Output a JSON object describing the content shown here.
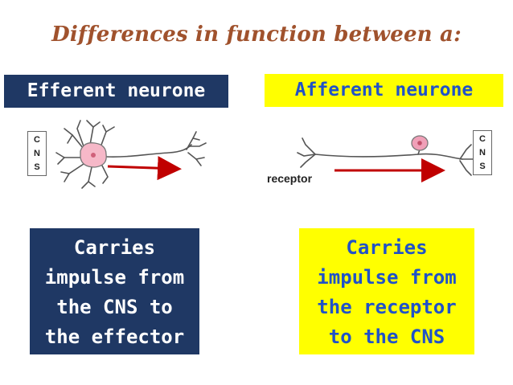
{
  "title": "Differences in function between a:",
  "efferent": {
    "heading": "Efferent neurone",
    "cns_letters": [
      "C",
      "N",
      "S"
    ],
    "description_lines": [
      "Carries",
      "impulse from",
      "the CNS to",
      "the effector"
    ]
  },
  "afferent": {
    "heading": "Afferent neurone",
    "receptor_label": "receptor",
    "cns_letters": [
      "C",
      "N",
      "S"
    ],
    "description_lines": [
      "Carries",
      "impulse from",
      "the receptor",
      "to the CNS"
    ]
  },
  "colors": {
    "title": "#a0522d",
    "efferent_bg": "#1f3864",
    "afferent_bg": "#ffff00",
    "afferent_text": "#2052c8",
    "arrow": "#c00000",
    "cell_body": "#f0a0b8"
  }
}
